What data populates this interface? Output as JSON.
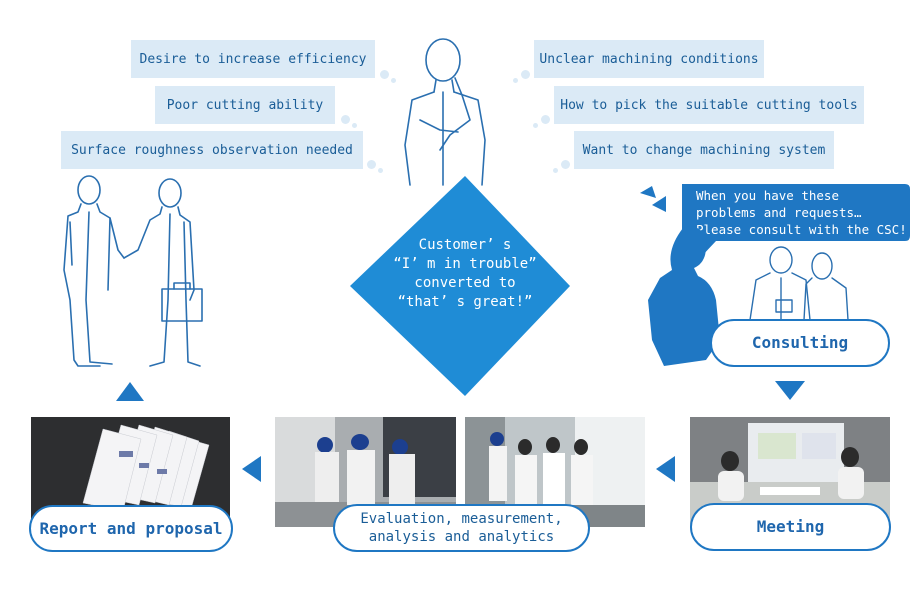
{
  "bubbles_left": [
    {
      "text": "Desire to increase efficiency"
    },
    {
      "text": "Poor cutting ability"
    },
    {
      "text": "Surface roughness observation needed"
    }
  ],
  "bubbles_right": [
    {
      "text": "Unclear machining conditions"
    },
    {
      "text": "How to pick the suitable cutting tools"
    },
    {
      "text": "Want to change machining system"
    }
  ],
  "center": {
    "lines": [
      "Customer’ s",
      "“I’ m in trouble”",
      "converted to",
      "“that’ s great!”"
    ]
  },
  "callout": {
    "lines": [
      "When you have these",
      "problems and requests…",
      "Please consult with the CSC!"
    ]
  },
  "steps": {
    "consulting": "Consulting",
    "meeting": "Meeting",
    "evaluation_line1": "Evaluation, measurement,",
    "evaluation_line2": "analysis and analytics",
    "report": "Report and proposal"
  },
  "colors": {
    "accent": "#1f77c3",
    "bubble_bg": "#dbeaf6",
    "bubble_text": "#1a5d97"
  }
}
